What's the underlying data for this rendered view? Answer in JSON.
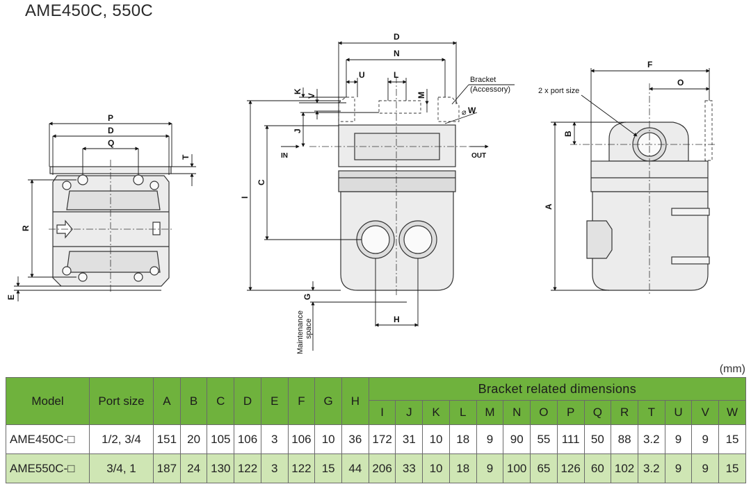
{
  "page_title": "AME450C, 550C",
  "unit_label": "(mm)",
  "drawing": {
    "front_view": {
      "dims": [
        "P",
        "D",
        "Q",
        "T",
        "R",
        "E"
      ]
    },
    "side_view": {
      "dims": [
        "D",
        "N",
        "U",
        "L",
        "K",
        "V",
        "M",
        "J",
        "I",
        "C",
        "G",
        "H",
        "W"
      ],
      "bracket_note_line1": "Bracket",
      "bracket_note_line2": "(Accessory)",
      "in_label": "IN",
      "out_label": "OUT",
      "maintenance_line1": "Maintenance",
      "maintenance_line2": "space",
      "dia_symbol": "⌀"
    },
    "right_view": {
      "dims": [
        "F",
        "O",
        "B",
        "A"
      ],
      "port_note": "2 x port size"
    }
  },
  "table": {
    "header_model": "Model",
    "header_port": "Port size",
    "main_cols": [
      "A",
      "B",
      "C",
      "D",
      "E",
      "F",
      "G",
      "H"
    ],
    "bracket_group": "Bracket related dimensions",
    "bracket_cols": [
      "I",
      "J",
      "K",
      "L",
      "M",
      "N",
      "O",
      "P",
      "Q",
      "R",
      "T",
      "U",
      "V",
      "W"
    ],
    "rows": [
      {
        "model": "AME450C-□",
        "port": "1/2, 3/4",
        "values": [
          "151",
          "20",
          "105",
          "106",
          "3",
          "106",
          "10",
          "36",
          "172",
          "31",
          "10",
          "18",
          "9",
          "90",
          "55",
          "111",
          "50",
          "88",
          "3.2",
          "9",
          "9",
          "15"
        ]
      },
      {
        "model": "AME550C-□",
        "port": "3/4, 1",
        "values": [
          "187",
          "24",
          "130",
          "122",
          "3",
          "122",
          "15",
          "44",
          "206",
          "33",
          "10",
          "18",
          "9",
          "100",
          "65",
          "126",
          "60",
          "102",
          "3.2",
          "9",
          "9",
          "15"
        ]
      }
    ]
  }
}
